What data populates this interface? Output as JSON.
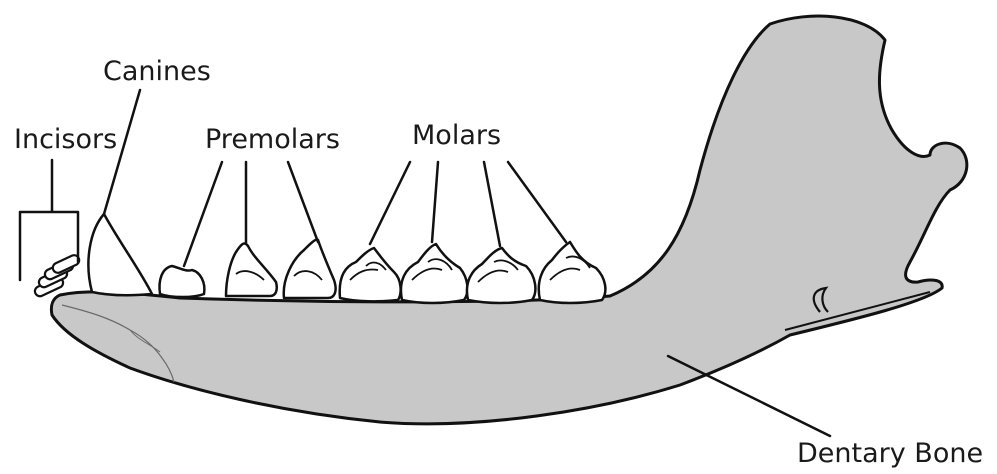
{
  "labels": {
    "canines": "Canines",
    "incisors": "Incisors",
    "premolars": "Premolars",
    "molars": "Molars",
    "dentary_bone": "Dentary Bone"
  },
  "colors": {
    "bone_fill": "#c8c8c8",
    "outline": "#111111",
    "crack": "#6a6a6a",
    "tooth_fill": "#ffffff"
  }
}
